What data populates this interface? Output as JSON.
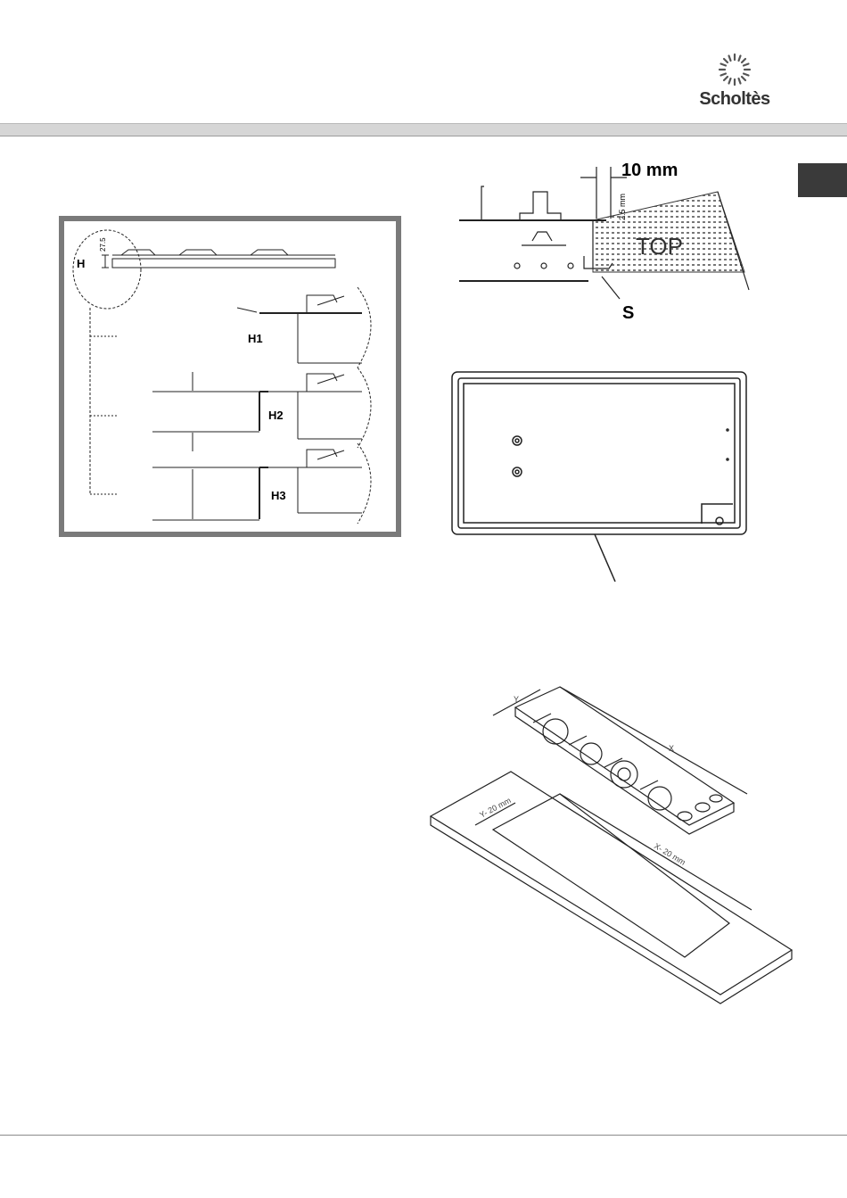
{
  "brand": {
    "name": "Scholtès"
  },
  "colors": {
    "header_bar": "#d6d6d6",
    "side_tab": "#3a3a3a",
    "frame": "#7a7a7a"
  },
  "fig_heights": {
    "dim_27_5": "27.5",
    "label_h": "H",
    "label_h1": "H1",
    "label_h2": "H2",
    "label_h3": "H3"
  },
  "fig_clamp": {
    "gap": "10 mm",
    "offset": "2.5 mm",
    "worktop": "TOP",
    "clamp": "S"
  },
  "fig_cutout": {
    "hob_width": "X",
    "hob_depth": "Y",
    "cut_width": "X- 20 mm",
    "cut_depth": "Y- 20 mm"
  }
}
